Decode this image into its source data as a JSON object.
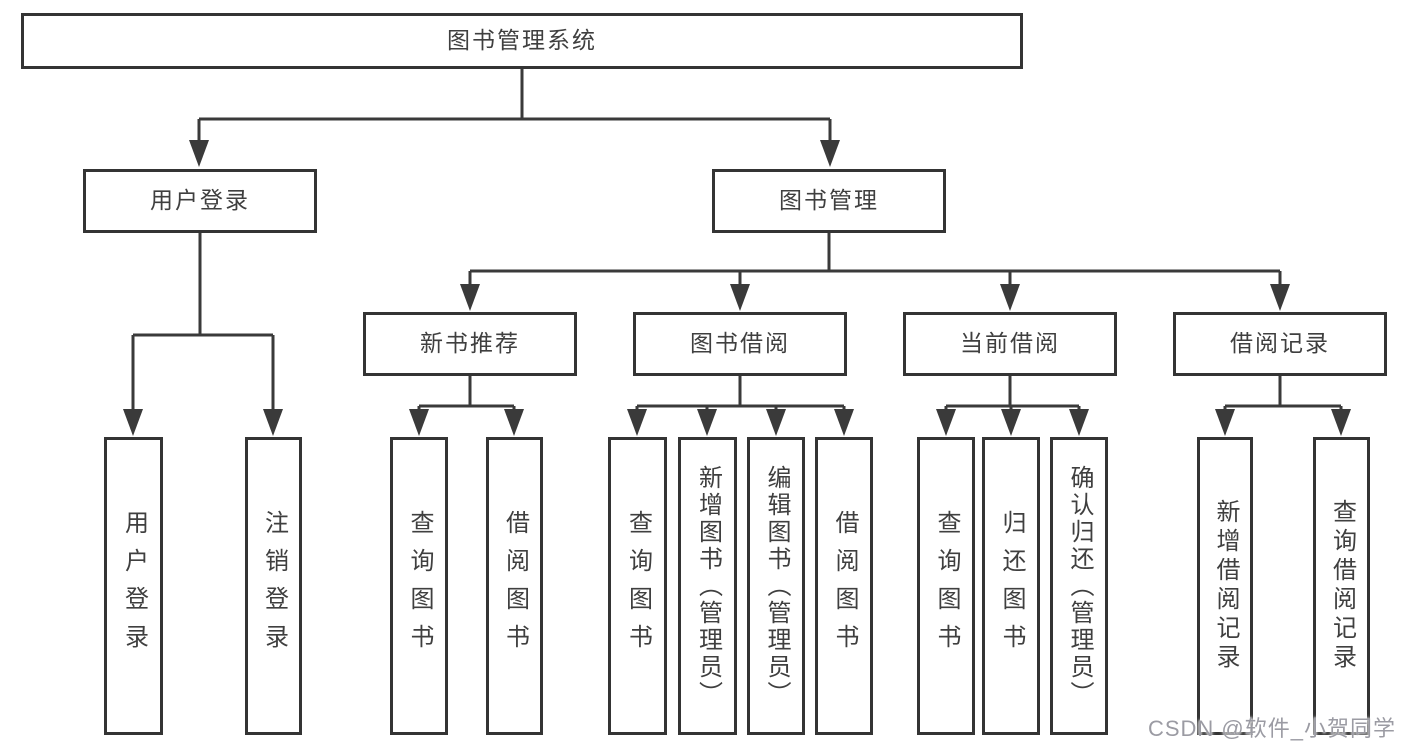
{
  "diagram": {
    "title": "图书管理系统",
    "type": "hierarchy-diagram",
    "colors": {
      "line": "#3a3a3a",
      "box_border": "#343434",
      "text": "#3f3f3f",
      "background": "#ffffff",
      "watermark": "#9b9ba3"
    }
  },
  "nodes": {
    "root": {
      "label": "图书管理系统"
    },
    "user_login": {
      "label": "用户登录"
    },
    "book_management": {
      "label": "图书管理"
    },
    "new_book_recommend": {
      "label": "新书推荐"
    },
    "book_borrowing": {
      "label": "图书借阅"
    },
    "current_borrowing": {
      "label": "当前借阅"
    },
    "borrowing_records": {
      "label": "借阅记录"
    },
    "leaf_user_login": {
      "label": "用户登录"
    },
    "leaf_logout": {
      "label": "注销登录"
    },
    "leaf_nbr_query_books": {
      "label": "查询图书"
    },
    "leaf_nbr_borrow_books": {
      "label": "借阅图书"
    },
    "leaf_bb_query_books": {
      "label": "查询图书"
    },
    "leaf_bb_add_books": {
      "label": "新增图书（管理员）"
    },
    "leaf_bb_edit_books": {
      "label": "编辑图书（管理员）"
    },
    "leaf_bb_borrow_books": {
      "label": "借阅图书"
    },
    "leaf_cb_query_books": {
      "label": "查询图书"
    },
    "leaf_cb_return_books": {
      "label": "归还图书"
    },
    "leaf_cb_confirm_return": {
      "label": "确认归还（管理员）"
    },
    "leaf_br_add_record": {
      "label": "新增借阅记录"
    },
    "leaf_br_query_record": {
      "label": "查询借阅记录"
    }
  },
  "watermark": {
    "text": "CSDN @软件_小贺同学"
  }
}
